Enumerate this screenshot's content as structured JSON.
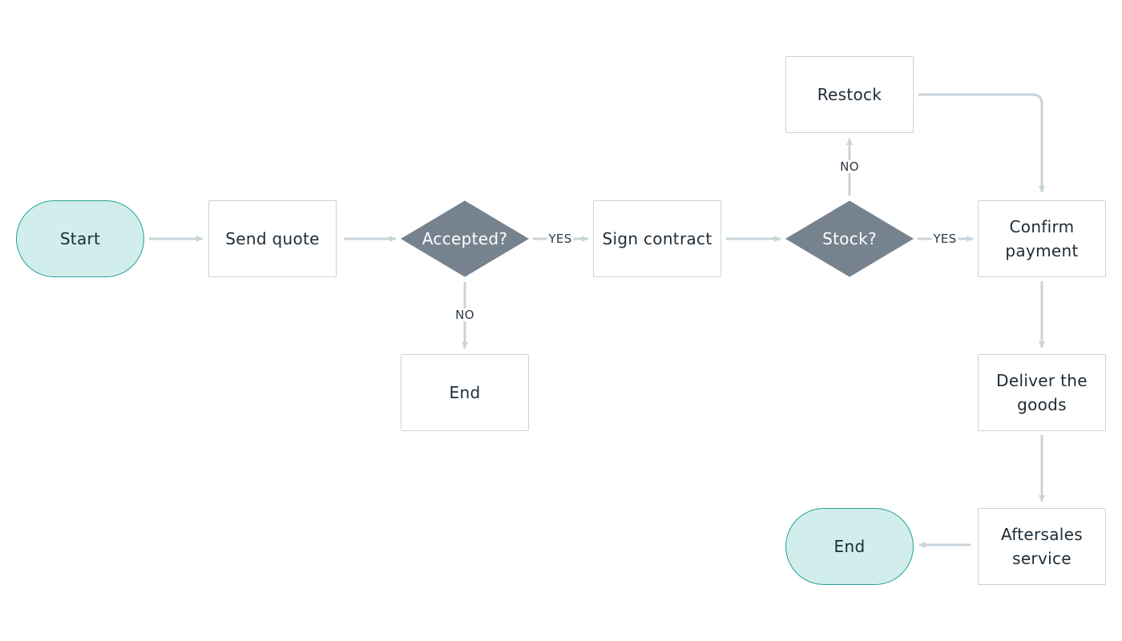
{
  "flowchart": {
    "nodes": [
      {
        "id": "start",
        "type": "terminal",
        "label": "Start"
      },
      {
        "id": "send_quote",
        "type": "process",
        "label": "Send quote"
      },
      {
        "id": "accepted",
        "type": "decision",
        "label": "Accepted?"
      },
      {
        "id": "end_rejected",
        "type": "process",
        "label": "End"
      },
      {
        "id": "sign_contract",
        "type": "process",
        "label": "Sign contract"
      },
      {
        "id": "stock",
        "type": "decision",
        "label": "Stock?"
      },
      {
        "id": "restock",
        "type": "process",
        "label": "Restock"
      },
      {
        "id": "confirm_payment",
        "type": "process",
        "label": "Confirm\npayment"
      },
      {
        "id": "deliver_goods",
        "type": "process",
        "label": "Deliver the\ngoods"
      },
      {
        "id": "aftersales",
        "type": "process",
        "label": "Aftersales\nservice"
      },
      {
        "id": "end_final",
        "type": "terminal",
        "label": "End"
      }
    ],
    "edges": [
      {
        "from": "start",
        "to": "send_quote",
        "label": ""
      },
      {
        "from": "send_quote",
        "to": "accepted",
        "label": ""
      },
      {
        "from": "accepted",
        "to": "sign_contract",
        "label": "YES"
      },
      {
        "from": "accepted",
        "to": "end_rejected",
        "label": "NO"
      },
      {
        "from": "sign_contract",
        "to": "stock",
        "label": ""
      },
      {
        "from": "stock",
        "to": "confirm_payment",
        "label": "YES"
      },
      {
        "from": "stock",
        "to": "restock",
        "label": "NO"
      },
      {
        "from": "restock",
        "to": "confirm_payment",
        "label": ""
      },
      {
        "from": "confirm_payment",
        "to": "deliver_goods",
        "label": ""
      },
      {
        "from": "deliver_goods",
        "to": "aftersales",
        "label": ""
      },
      {
        "from": "aftersales",
        "to": "end_final",
        "label": ""
      }
    ]
  },
  "colors": {
    "terminal_fill": "#d1edec",
    "terminal_border": "#25a394",
    "process_border": "#c9d3da",
    "decision_fill": "#76838f",
    "connector": "#c9d3da",
    "text": "#1d2b36",
    "decision_text": "#ffffff"
  }
}
